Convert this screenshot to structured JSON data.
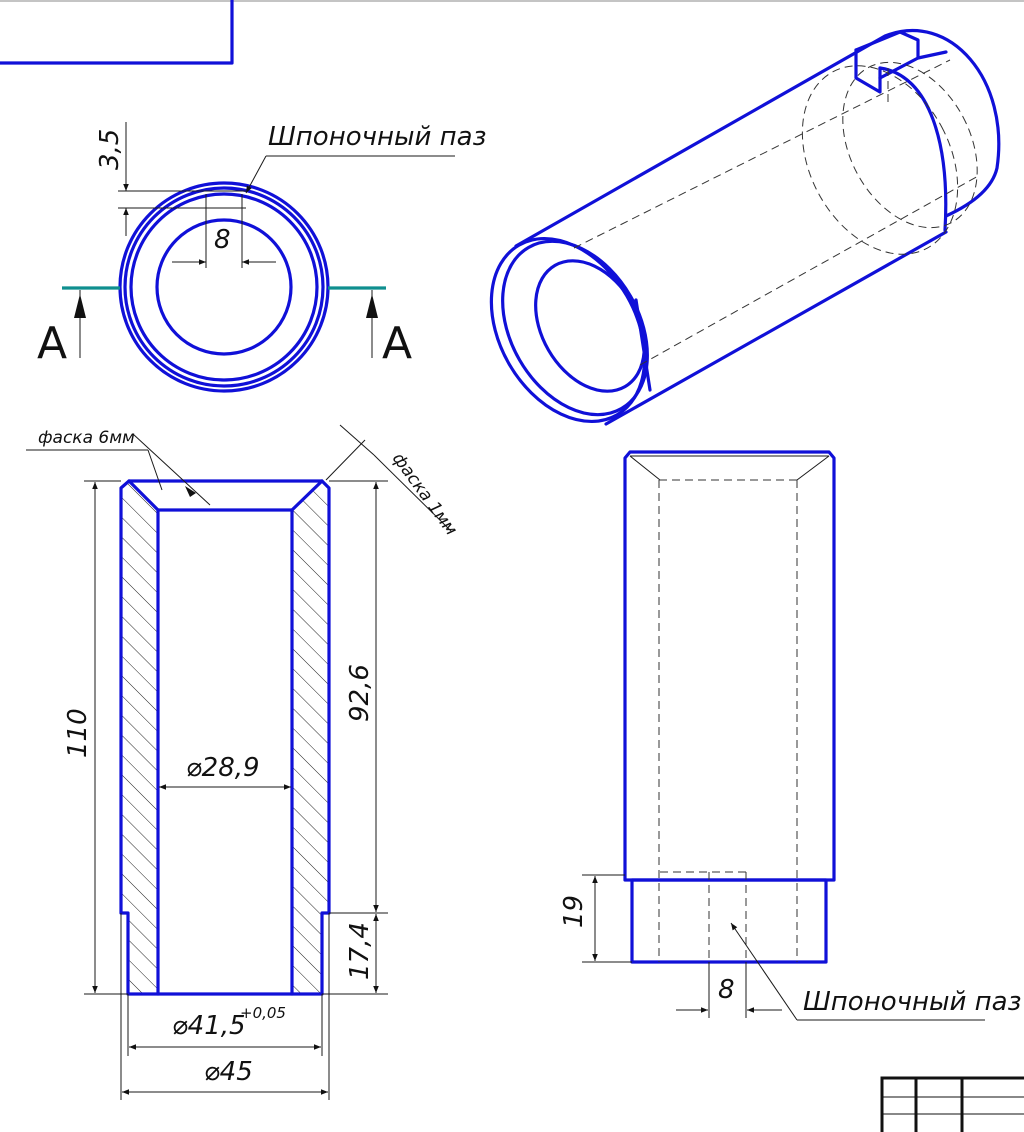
{
  "colors": {
    "outline": "#1010d8",
    "cut_line": "#0f8f8f",
    "thin": "#1a1a1a"
  },
  "top_view": {
    "dim_key_depth": "3,5",
    "dim_key_width": "8",
    "leader_key": "Шпоночный паз",
    "section_left": "А",
    "section_right": "А"
  },
  "section_view": {
    "chamfer_left": "фаска 6мм",
    "chamfer_right": "фаска 1мм",
    "dim_height": "110",
    "dim_upper": "92,6",
    "dim_lower": "17,4",
    "dim_inner_diameter": "⌀28,9",
    "dim_step_diameter": "⌀41,5",
    "dim_step_tolerance": "+0,05",
    "dim_outer_diameter": "⌀45"
  },
  "front_view": {
    "dim_step": "19",
    "dim_key_width": "8",
    "leader_key": "Шпоночный паз"
  }
}
